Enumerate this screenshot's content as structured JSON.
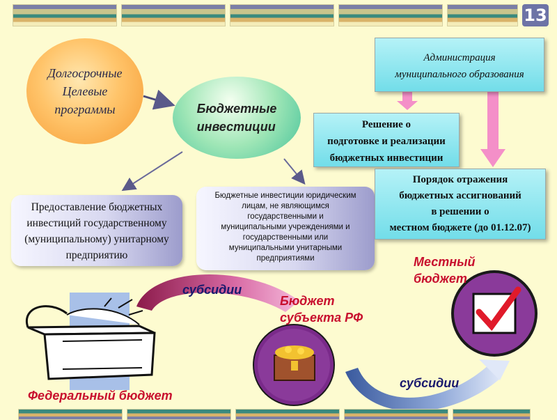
{
  "page_number": "13",
  "oval_programs": "Долгосрочные\nЦелевые\nпрограммы",
  "oval_investments": "Бюджетные\nинвестиции",
  "pill_unitary": "Предоставление бюджетных\nинвестиций государственному\n(муниципальному) унитарному\nпредприятию",
  "pill_legal": "Бюджетные инвестиции юридическим\nлицам, не являющимся\nгосударственными и\nмуниципальными учреждениями и\nгосударственными или\nмуниципальными унитарными\nпредприятиями",
  "box_admin": "Администрация\nмуниципального образования",
  "box_decision": "Решение о\nподготовке и реализации\nбюджетных инвестиции",
  "box_order": "Порядок отражения\nбюджетных ассигнований\nв решении о\nместном бюджете (до 01.12.07)",
  "subsidies_1": "субсидии",
  "subsidies_2": "субсидии",
  "regional_budget": "Бюджет\nсубъекта РФ",
  "local_budget": "Местный\nбюджет",
  "federal_budget": "Федеральный бюджет",
  "colors": {
    "orange_oval": "#f59a32",
    "green_oval": "#47c39b",
    "cyan_box": "#72dde9",
    "red_label": "#c8102e",
    "navy_label": "#1a1a6e",
    "pink_arrow": "#f48fc8",
    "purple_circle": "#7a2a8a"
  },
  "icons": [
    "treasure-chest-icon",
    "gold-chest-icon",
    "checkbox-check-icon"
  ]
}
